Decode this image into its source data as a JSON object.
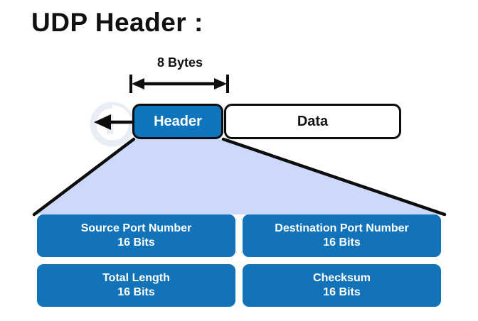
{
  "title": "UDP Header  :",
  "colors": {
    "header_blue": "#0f75bc",
    "field_blue": "#1273b8",
    "funnel_fill": "#ccd9fa",
    "outline": "#0d0d0d",
    "text_dark": "#111111",
    "text_light": "#ffffff",
    "background": "#ffffff"
  },
  "dimension": {
    "label": "8 Bytes",
    "icon": "double-headed-arrow-icon"
  },
  "packet": {
    "header_label": "Header",
    "data_label": "Data"
  },
  "pointer": {
    "icon": "left-arrow-icon"
  },
  "watermark": {
    "icon": "circular-logo-watermark"
  },
  "fields": [
    {
      "name": "Source Port Number",
      "size": "16 Bits"
    },
    {
      "name": "Destination Port Number",
      "size": "16 Bits"
    },
    {
      "name": "Total Length",
      "size": "16 Bits"
    },
    {
      "name": "Checksum",
      "size": "16 Bits"
    }
  ]
}
